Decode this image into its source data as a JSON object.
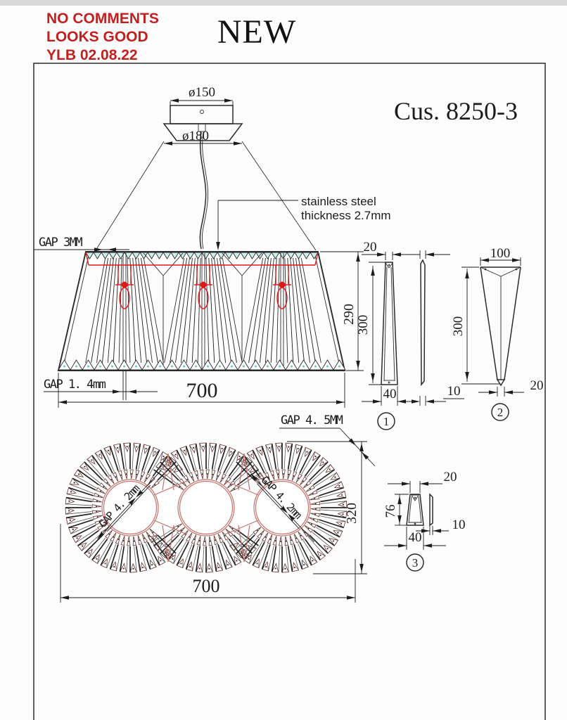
{
  "approval": {
    "line1": "NO COMMENTS",
    "line2": "LOOKS GOOD",
    "line3": "YLB 02.08.22"
  },
  "title": "NEW",
  "customer_code": "Cus. 8250-3",
  "front_view": {
    "canopy_top_dia": "ø150",
    "canopy_bottom_dia": "ø180",
    "note_line1": "stainless steel",
    "note_line2": "thickness 2.7mm",
    "gap_top": "GAP 3MM",
    "gap_bottom": "GAP 1. 4mm",
    "height": "290",
    "width": "700"
  },
  "piece1": {
    "top_width": "20",
    "height": "300",
    "bottom_width": "40",
    "thickness": "10",
    "number": "1"
  },
  "piece2": {
    "top_width": "100",
    "height": "300",
    "bottom_width": "20",
    "number": "2"
  },
  "piece3": {
    "top_width": "20",
    "height": "76",
    "bottom_width": "40",
    "thickness": "10",
    "number": "3"
  },
  "plan_view": {
    "gap_rim": "GAP 4. 5MM",
    "gap_left_hub": "GAP 4. 2mm",
    "gap_right_hub": "GAP 4. 2mm",
    "height": "320",
    "width": "700"
  },
  "colors": {
    "approval_red": "#c21f1f",
    "drawing_red": "#e01818",
    "outline_cyan": "#4fd8d2",
    "plan_pink": "#c4736f",
    "line_dark": "#2b2b2b"
  }
}
